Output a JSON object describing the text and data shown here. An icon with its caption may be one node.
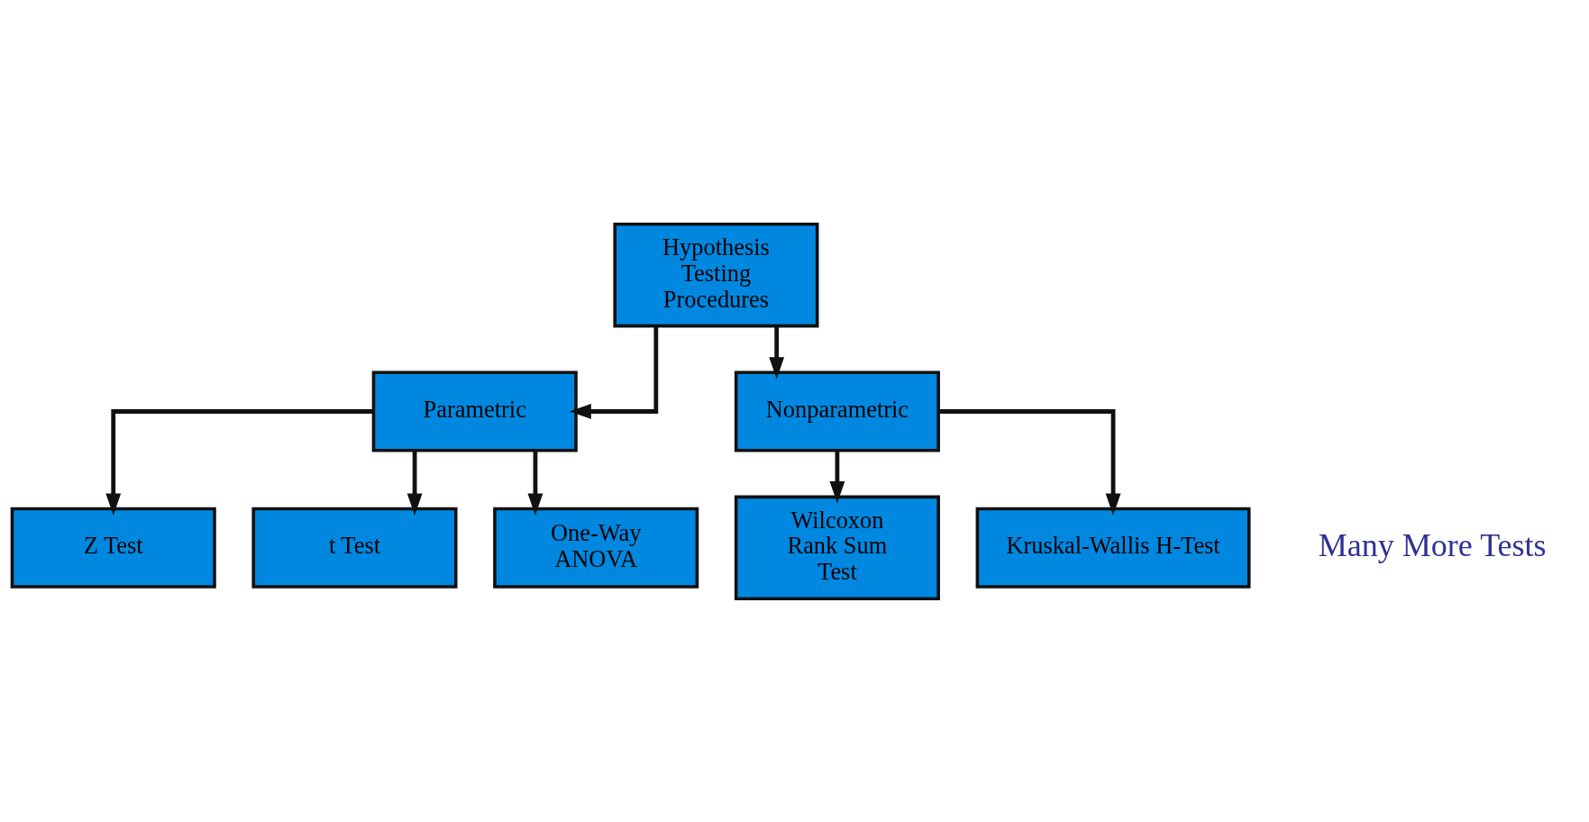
{
  "diagram": {
    "nodes": [
      {
        "text": [
          "Hypothesis Testing Procedures"
        ]
      },
      {
        "text": [
          "Parametric"
        ]
      },
      {
        "text": [
          "Nonparametric"
        ]
      },
      {
        "text": [
          "Z Test"
        ]
      },
      {
        "text": [
          "t Test"
        ]
      },
      {
        "text": [
          "One-Way ANOVA"
        ]
      },
      {
        "text": [
          "Wilcoxon Rank Sum Test"
        ]
      },
      {
        "text": [
          "Kruskal-Wallis H-Test"
        ]
      }
    ],
    "edges": [
      {
        "from": 0,
        "to": 1,
        "arrow": "to"
      },
      {
        "from": 0,
        "to": 2,
        "arrow": "to"
      },
      {
        "from": 1,
        "to": 3,
        "arrow": "to"
      },
      {
        "from": 1,
        "to": 4,
        "arrow": "to"
      },
      {
        "from": 1,
        "to": 5,
        "arrow": "to"
      },
      {
        "from": 2,
        "to": 6,
        "arrow": "to"
      },
      {
        "from": 2,
        "to": 7,
        "arrow": "to"
      }
    ],
    "labels": [
      "Many More Tests"
    ]
  }
}
